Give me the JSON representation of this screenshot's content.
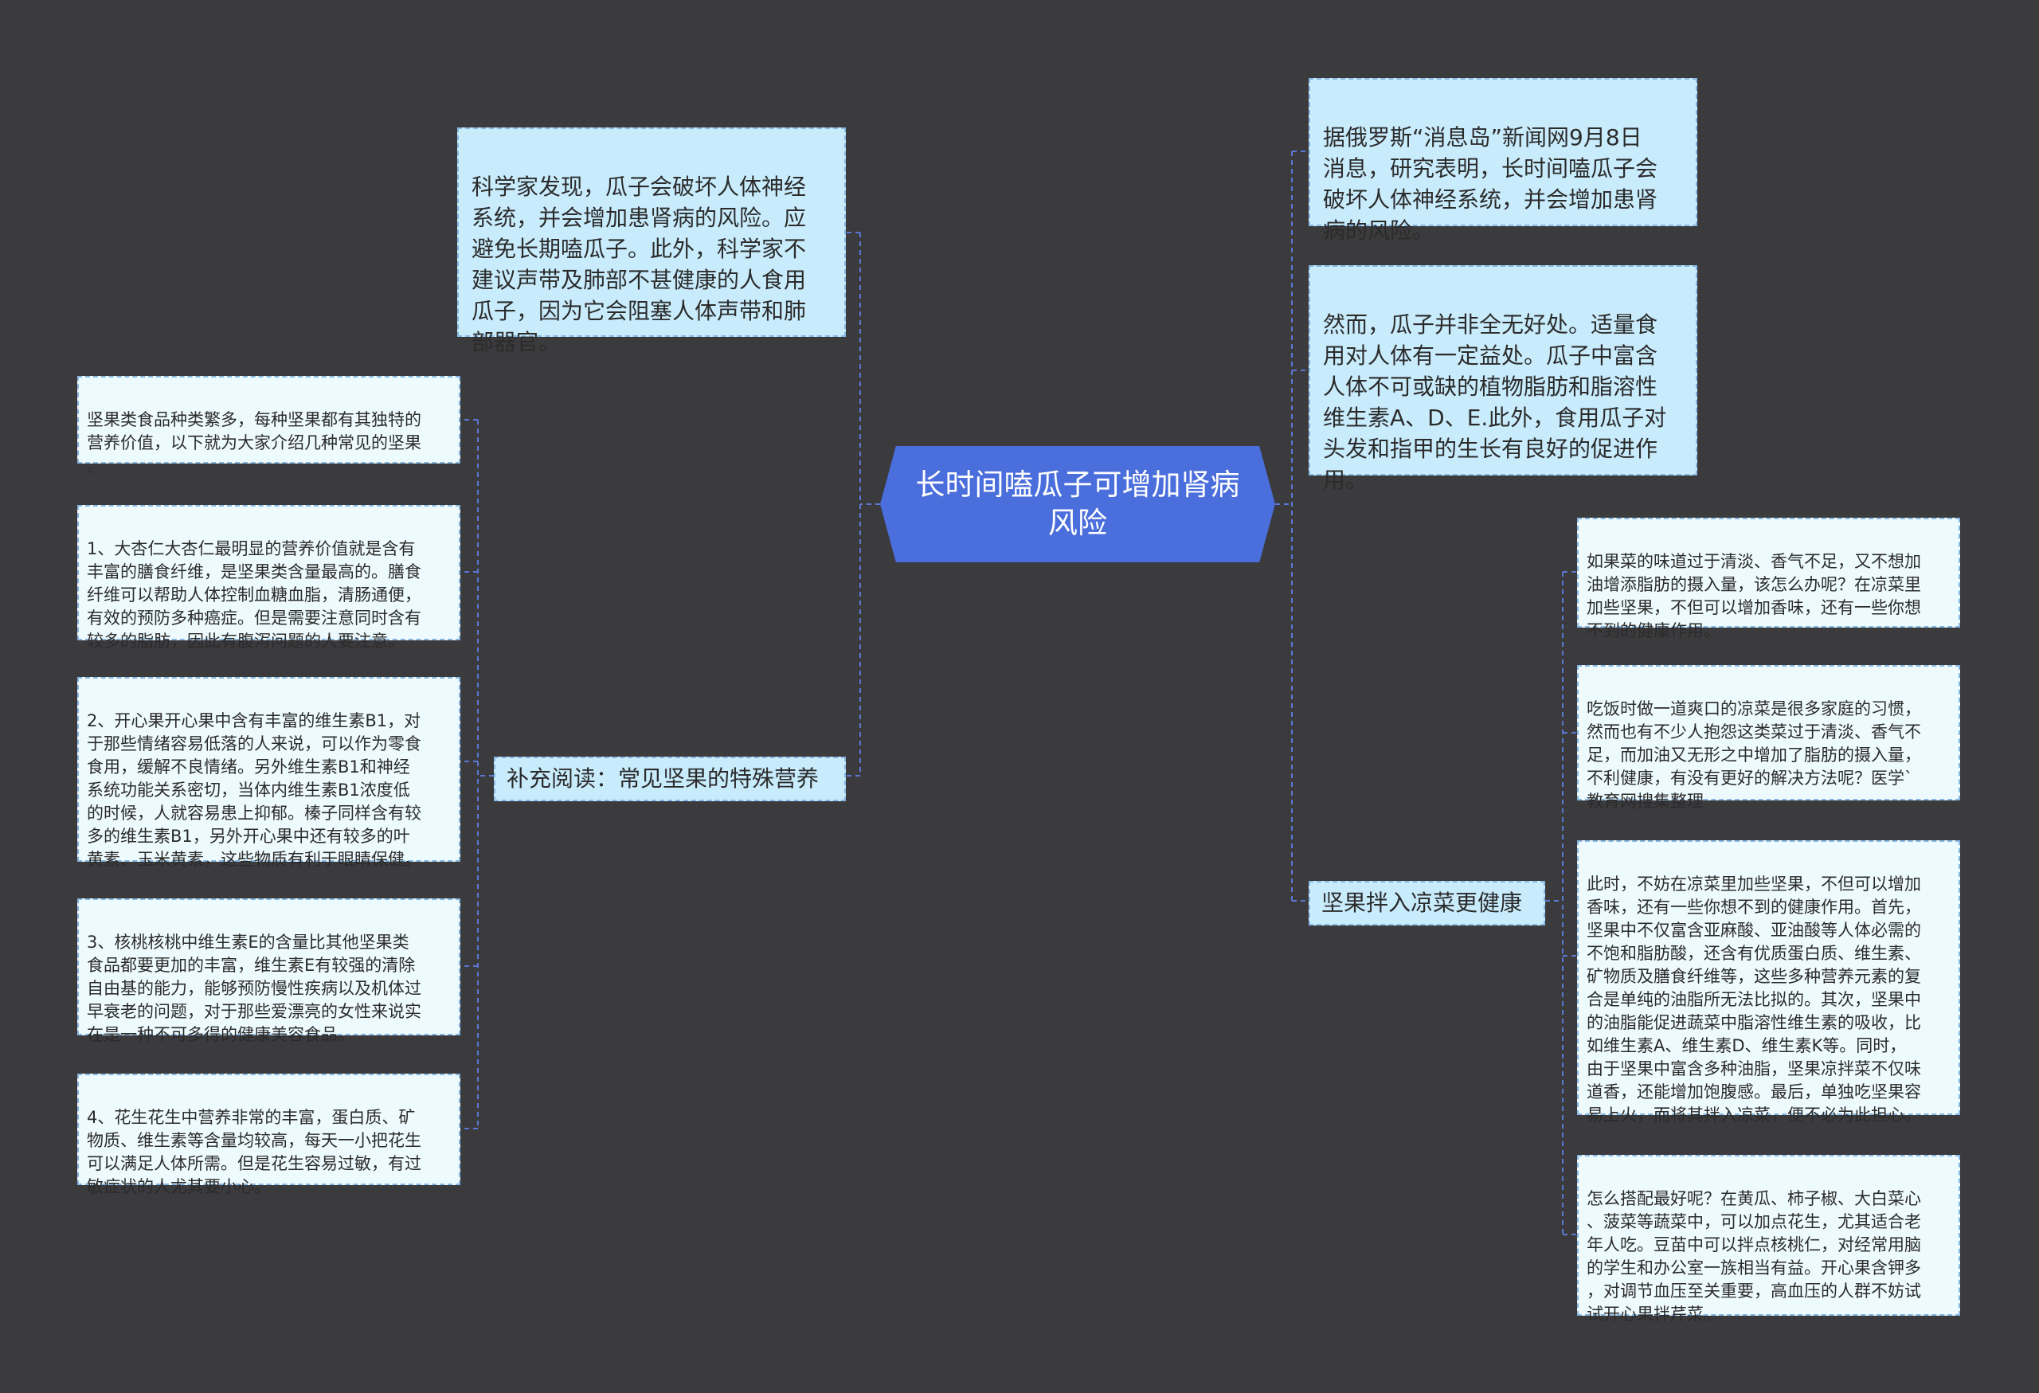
{
  "colors": {
    "background": "#3b3a3d",
    "root": "#4a6edb",
    "connector": "#5b78d6",
    "level1_fill": "#c9ecfd",
    "level2_fill": "#eefbfe",
    "node_border": "#86b6e3"
  },
  "root": {
    "title": "长时间嗑瓜子可增加肾病风险"
  },
  "left": {
    "intro": "科学家发现，瓜子会破坏人体神经\n系统，并会增加患肾病的风险。应\n避免长期嗑瓜子。此外，科学家不\n建议声带及肺部不甚健康的人食用\n瓜子，因为它会阻塞人体声带和肺\n部器官。",
    "supplement": {
      "label": "补充阅读：常见坚果的特殊营养",
      "items": [
        "坚果类食品种类繁多，每种坚果都有其独特的\n营养价值，以下就为大家介绍几种常见的坚果\n。",
        "1、大杏仁大杏仁最明显的营养价值就是含有\n丰富的膳食纤维，是坚果类含量最高的。膳食\n纤维可以帮助人体控制血糖血脂，清肠通便，\n有效的预防多种癌症。但是需要注意同时含有\n较多的脂肪，因此有腹泻问题的人要注意。",
        "2、开心果开心果中含有丰富的维生素B1，对\n于那些情绪容易低落的人来说，可以作为零食\n食用，缓解不良情绪。另外维生素B1和神经\n系统功能关系密切，当体内维生素B1浓度低\n的时候，人就容易患上抑郁。榛子同样含有较\n多的维生素B1，另外开心果中还有较多的叶\n黄素、玉米黄素，这些物质有利于眼睛保健。",
        "3、核桃核桃中维生素E的含量比其他坚果类\n食品都要更加的丰富，维生素E有较强的清除\n自由基的能力，能够预防慢性疾病以及机体过\n早衰老的问题，对于那些爱漂亮的女性来说实\n在是一种不可多得的健康美容食品。",
        "4、花生花生中营养非常的丰富，蛋白质、矿\n物质、维生素等含量均较高，每天一小把花生\n可以满足人体所需。但是花生容易过敏，有过\n敏症状的人尤其要小心。"
      ]
    }
  },
  "right": {
    "news": "据俄罗斯“消息岛”新闻网9月8日\n消息，研究表明，长时间嗑瓜子会\n破坏人体神经系统，并会增加患肾\n病的风险。",
    "benefit": "然而，瓜子并非全无好处。适量食\n用对人体有一定益处。瓜子中富含\n人体不可或缺的植物脂肪和脂溶性\n维生素A、D、E.此外，食用瓜子对\n头发和指甲的生长有良好的促进作\n用。",
    "salad": {
      "label": "坚果拌入凉菜更健康",
      "items": [
        "如果菜的味道过于清淡、香气不足，又不想加\n油增添脂肪的摄入量，该怎么办呢？在凉菜里\n加些坚果，不但可以增加香味，还有一些你想\n不到的健康作用。",
        "吃饭时做一道爽口的凉菜是很多家庭的习惯，\n然而也有不少人抱怨这类菜过于清淡、香气不\n足，而加油又无形之中增加了脂肪的摄入量，\n不利健康，有没有更好的解决方法呢？医学`\n教育网搜集整理",
        "此时，不妨在凉菜里加些坚果，不但可以增加\n香味，还有一些你想不到的健康作用。首先，\n坚果中不仅富含亚麻酸、亚油酸等人体必需的\n不饱和脂肪酸，还含有优质蛋白质、维生素、\n矿物质及膳食纤维等，这些多种营养元素的复\n合是单纯的油脂所无法比拟的。其次，坚果中\n的油脂能促进蔬菜中脂溶性维生素的吸收，比\n如维生素A、维生素D、维生素K等。同时，\n由于坚果中富含多种油脂，坚果凉拌菜不仅味\n道香，还能增加饱腹感。最后，单独吃坚果容\n易上火，而将其拌入凉菜，便不必为此担心。",
        "怎么搭配最好呢？在黄瓜、柿子椒、大白菜心\n、菠菜等蔬菜中，可以加点花生，尤其适合老\n年人吃。豆苗中可以拌点核桃仁，对经常用脑\n的学生和办公室一族相当有益。开心果含钾多\n，对调节血压至关重要，高血压的人群不妨试\n试开心果拌芹菜。"
      ]
    }
  }
}
